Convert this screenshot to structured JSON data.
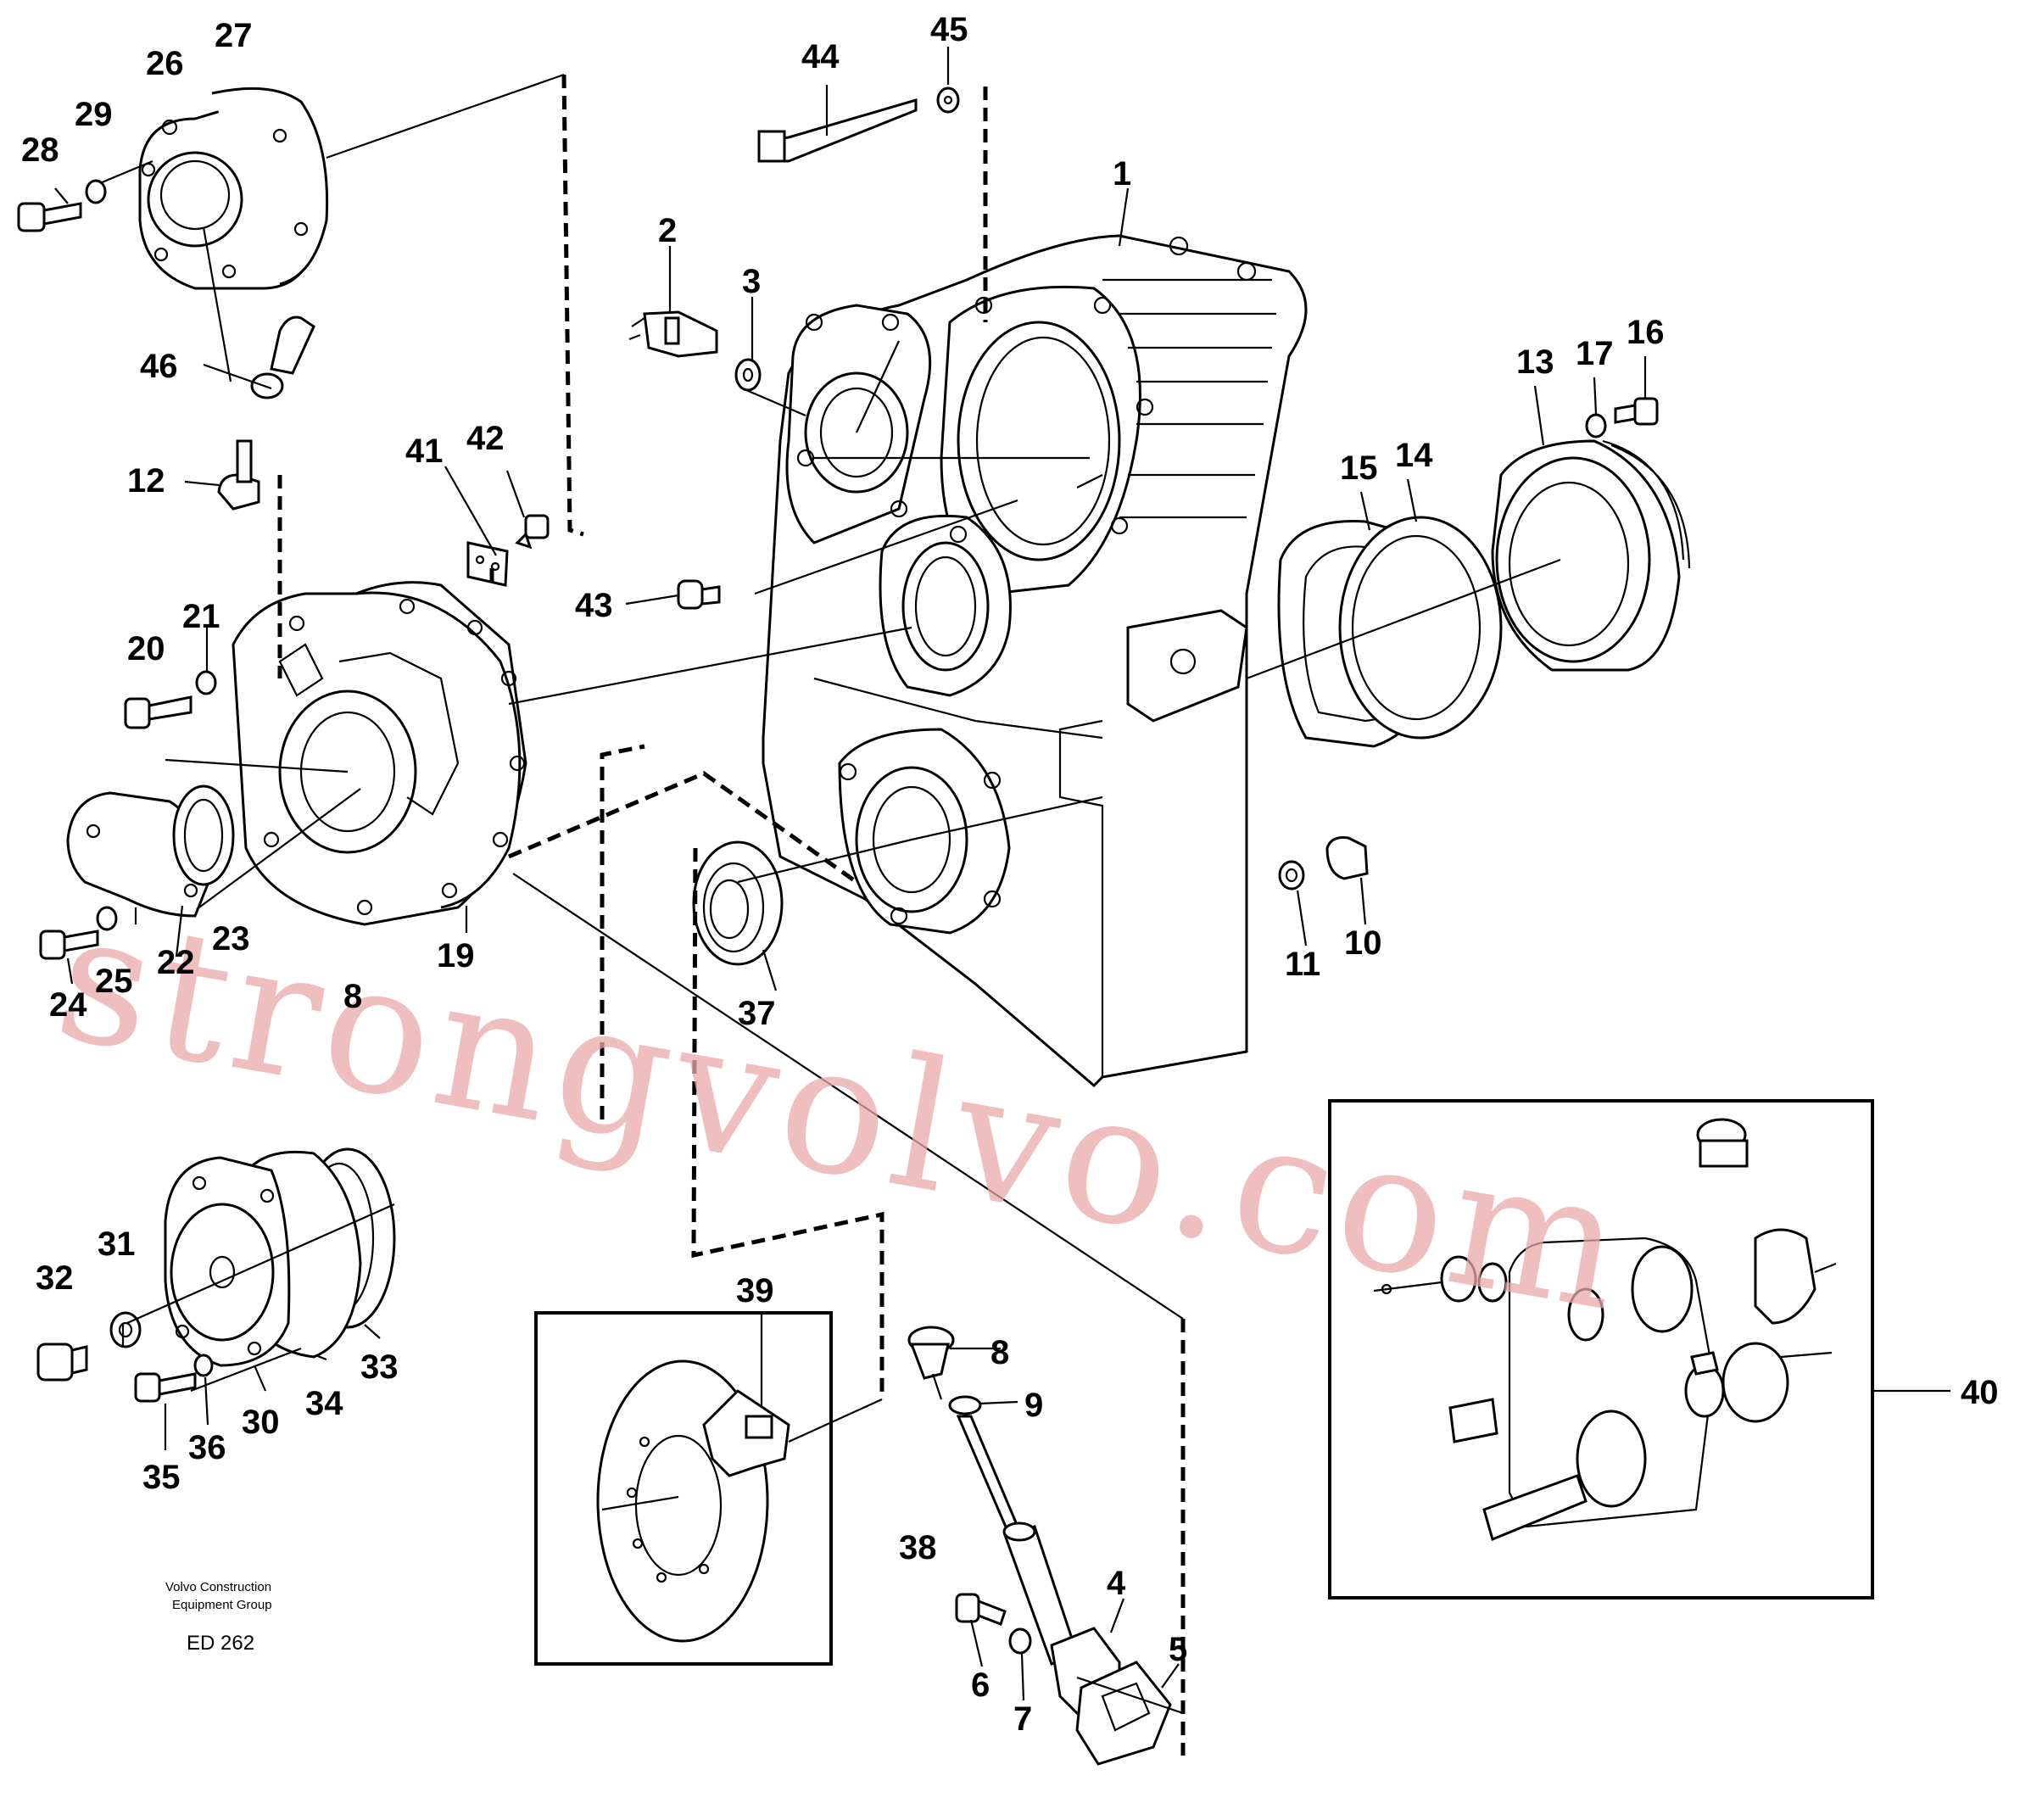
{
  "callouts": {
    "c1": "1",
    "c2": "2",
    "c3": "3",
    "c4": "4",
    "c5": "5",
    "c6": "6",
    "c7": "7",
    "c8": "8",
    "c9": "9",
    "c10": "10",
    "c11": "11",
    "c12": "12",
    "c13": "13",
    "c14": "14",
    "c15": "15",
    "c16": "16",
    "c17": "17",
    "c18": "8",
    "c19": "19",
    "c20": "20",
    "c21": "21",
    "c22": "22",
    "c23": "23",
    "c24": "24",
    "c25": "25",
    "c26": "26",
    "c27": "27",
    "c28": "28",
    "c29": "29",
    "c30": "30",
    "c31": "31",
    "c32": "32",
    "c33": "33",
    "c34": "34",
    "c35": "35",
    "c36": "36",
    "c37": "37",
    "c38": "38",
    "c39": "39",
    "c40": "40",
    "c41": "41",
    "c42": "42",
    "c43": "43",
    "c44": "44",
    "c45": "45",
    "c46": "46"
  },
  "caption": {
    "line1": "Volvo Construction",
    "line2": "Equipment Group",
    "code": "ED 262"
  },
  "watermark": "strongvolvo.com"
}
